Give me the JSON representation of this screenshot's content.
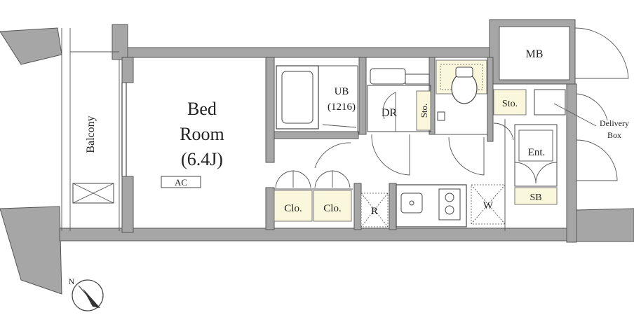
{
  "rooms": {
    "bedroom": {
      "line1": "Bed",
      "line2": "Room",
      "line3": "(6.4J)"
    },
    "ac": "AC",
    "balcony": "Balcony",
    "ub": {
      "line1": "UB",
      "line2": "(1216)"
    },
    "dr": "DR",
    "sto_vertical": "Sto.",
    "sto": "Sto.",
    "mb": "MB",
    "delivery": {
      "line1": "Delivery",
      "line2": "Box"
    },
    "ent": "Ent.",
    "sb": "SB",
    "clo1": "Clo.",
    "clo2": "Clo.",
    "fridge": "R",
    "washer": "W"
  },
  "compass": {
    "label": "N"
  },
  "colors": {
    "wall": "#a6a6a6",
    "storage": "#fbf7dc",
    "line": "#444444"
  }
}
